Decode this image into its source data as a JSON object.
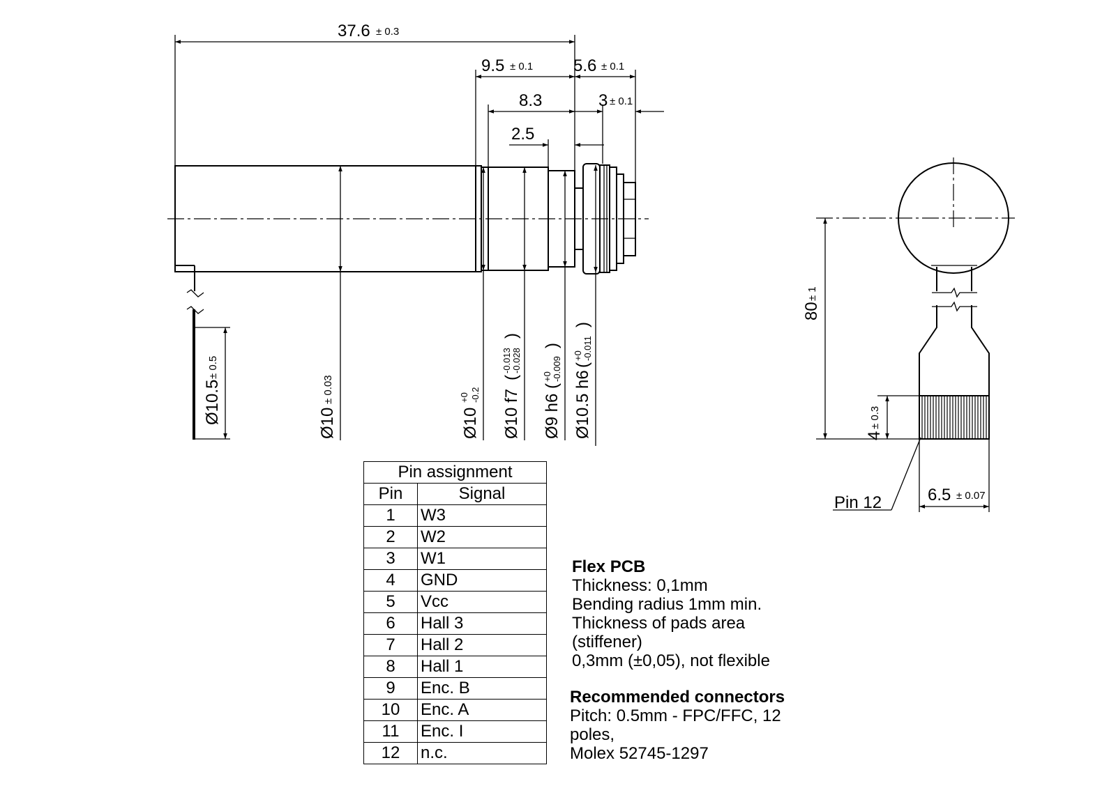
{
  "dimensions": {
    "length": "37.6",
    "length_tol": "± 0.3",
    "dim_9_5": "9.5",
    "dim_9_5_tol": "± 0.1",
    "dim_5_6": "5.6",
    "dim_5_6_tol": "± 0.1",
    "dim_8_3": "8.3",
    "dim_3": "3",
    "dim_3_tol": "± 0.1",
    "dim_2_5": "2.5",
    "dia_10_5": "Ø10.5",
    "dia_10_5_tol": "± 0.5",
    "dia_10": "Ø10",
    "dia_10_tol": "± 0.03",
    "dia_10_b": "Ø10",
    "dia_10_b_tol_upper": "+0",
    "dia_10_b_tol_lower": "-0.2",
    "dia_10_f7": "Ø10 f7",
    "dia_10_f7_tol_upper": "-0.013",
    "dia_10_f7_tol_lower": "-0.028",
    "dia_9_h6": "Ø9 h6",
    "dia_9_h6_tol_upper": "+0",
    "dia_9_h6_tol_lower": "-0.009",
    "dia_10_5_h6": "Ø10.5 h6",
    "dia_10_5_h6_tol_upper": "+0",
    "dia_10_5_h6_tol_lower": "-0.011",
    "flex_length": "80",
    "flex_length_tol": "± 1",
    "pads_length": "4",
    "pads_length_tol": "± 0.3",
    "pads_width": "6.5",
    "pads_width_tol": "± 0.07",
    "pin12_label": "Pin 12"
  },
  "pin_table": {
    "title": "Pin assignment",
    "col_pin": "Pin",
    "col_signal": "Signal",
    "rows": [
      {
        "pin": "1",
        "signal": "W3"
      },
      {
        "pin": "2",
        "signal": "W2"
      },
      {
        "pin": "3",
        "signal": "W1"
      },
      {
        "pin": "4",
        "signal": "GND"
      },
      {
        "pin": "5",
        "signal": "Vcc"
      },
      {
        "pin": "6",
        "signal": "Hall 3"
      },
      {
        "pin": "7",
        "signal": "Hall 2"
      },
      {
        "pin": "8",
        "signal": "Hall 1"
      },
      {
        "pin": "9",
        "signal": "Enc. B"
      },
      {
        "pin": "10",
        "signal": "Enc. A"
      },
      {
        "pin": "11",
        "signal": "Enc. I"
      },
      {
        "pin": "12",
        "signal": "n.c."
      }
    ]
  },
  "flex_pcb": {
    "heading": "Flex PCB",
    "lines": [
      "Thickness: 0,1mm",
      "Bending radius 1mm min.",
      "Thickness of pads area",
      "(stiffener)",
      "0,3mm (±0,05), not flexible"
    ]
  },
  "connectors": {
    "heading": "Recommended connectors",
    "lines": [
      "Pitch: 0.5mm - FPC/FFC, 12",
      "poles,",
      "Molex 52745-1297"
    ]
  }
}
